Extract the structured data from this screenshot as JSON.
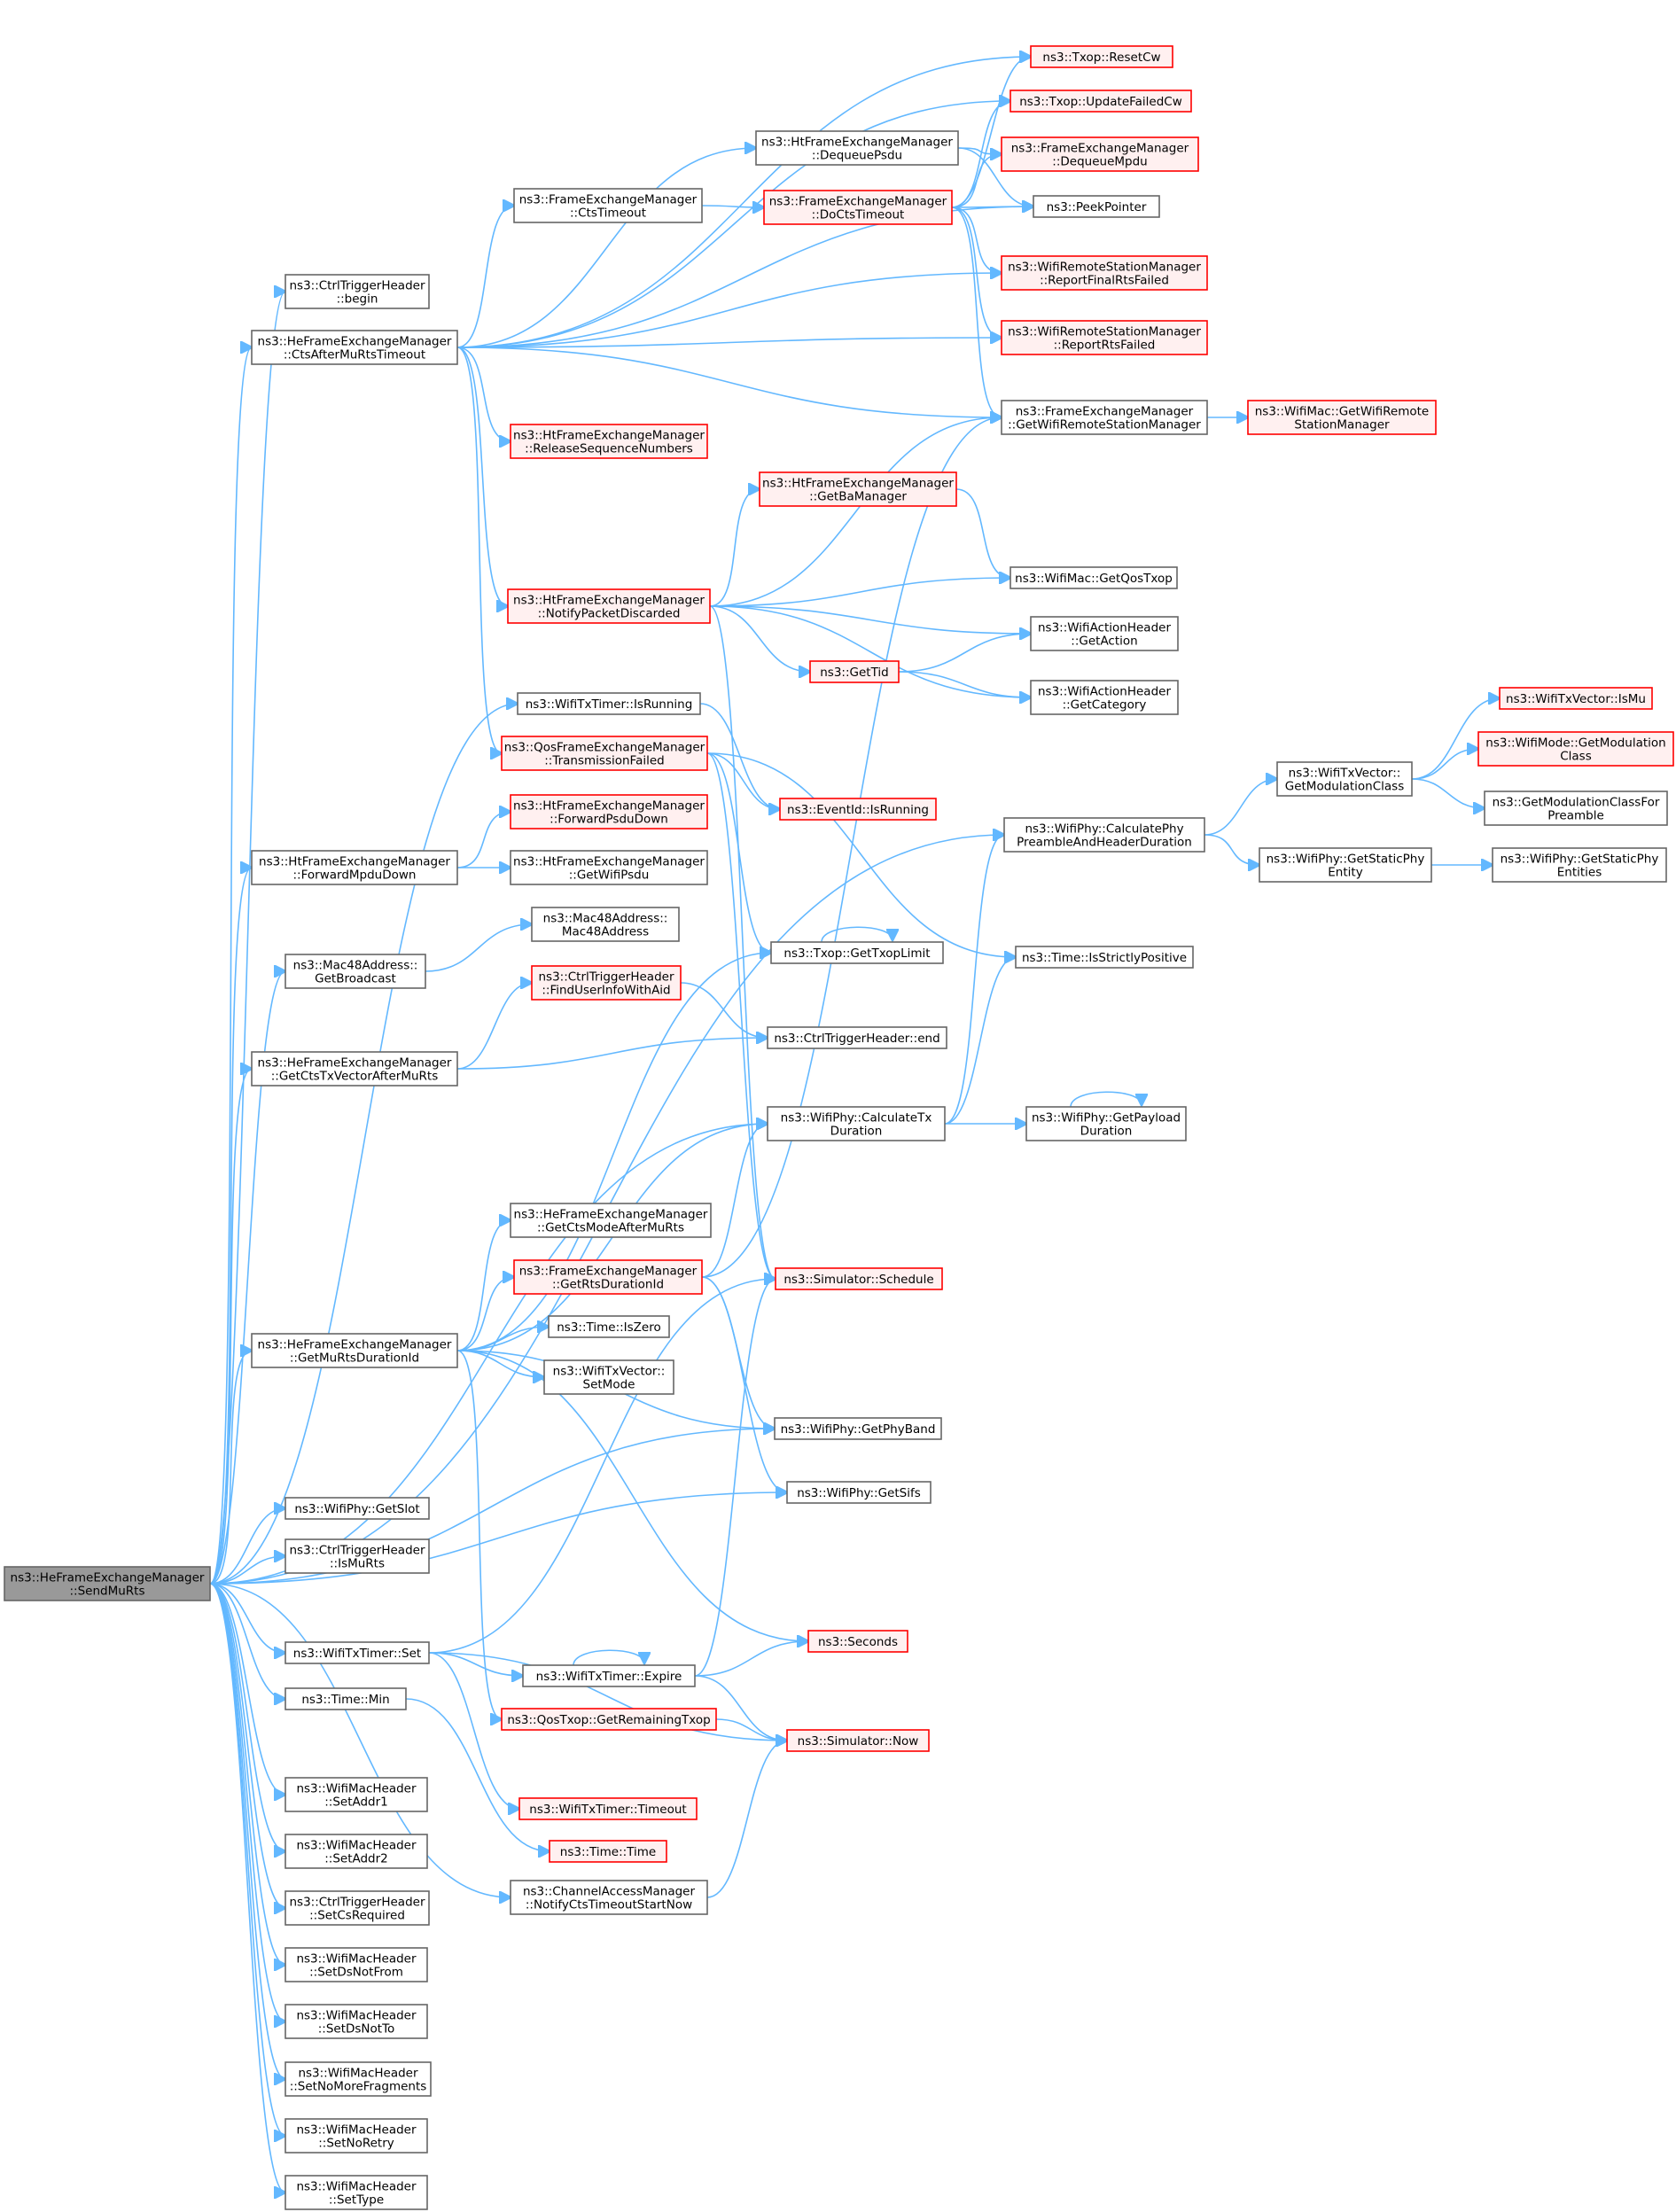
{
  "nodes": [
    {
      "id": "root",
      "lines": [
        "ns3::HeFrameExchangeManager",
        "::SendMuRts"
      ],
      "style": "root"
    },
    {
      "id": "ctrl_begin",
      "lines": [
        "ns3::CtrlTriggerHeader",
        "::begin"
      ],
      "style": "normal"
    },
    {
      "id": "cts_after",
      "lines": [
        "ns3::HeFrameExchangeManager",
        "::CtsAfterMuRtsTimeout"
      ],
      "style": "normal"
    },
    {
      "id": "fem_ctstimeout",
      "lines": [
        "ns3::FrameExchangeManager",
        "::CtsTimeout"
      ],
      "style": "normal"
    },
    {
      "id": "ht_dequeuepsdu",
      "lines": [
        "ns3::HtFrameExchangeManager",
        "::DequeuePsdu"
      ],
      "style": "normal"
    },
    {
      "id": "fem_docts",
      "lines": [
        "ns3::FrameExchangeManager",
        "::DoCtsTimeout"
      ],
      "style": "red"
    },
    {
      "id": "txop_resetcw",
      "lines": [
        "ns3::Txop::ResetCw"
      ],
      "style": "red"
    },
    {
      "id": "txop_updatefailedcw",
      "lines": [
        "ns3::Txop::UpdateFailedCw"
      ],
      "style": "red"
    },
    {
      "id": "fem_dequeuempdu",
      "lines": [
        "ns3::FrameExchangeManager",
        "::DequeueMpdu"
      ],
      "style": "red"
    },
    {
      "id": "peekpointer",
      "lines": [
        "ns3::PeekPointer"
      ],
      "style": "normal"
    },
    {
      "id": "wrsm_reportfinal",
      "lines": [
        "ns3::WifiRemoteStationManager",
        "::ReportFinalRtsFailed"
      ],
      "style": "red"
    },
    {
      "id": "wrsm_reportrts",
      "lines": [
        "ns3::WifiRemoteStationManager",
        "::ReportRtsFailed"
      ],
      "style": "red"
    },
    {
      "id": "fem_getwrsm",
      "lines": [
        "ns3::FrameExchangeManager",
        "::GetWifiRemoteStationManager"
      ],
      "style": "normal"
    },
    {
      "id": "mac_getwrsm",
      "lines": [
        "ns3::WifiMac::GetWifiRemote",
        "StationManager"
      ],
      "style": "red"
    },
    {
      "id": "ht_releaseseq",
      "lines": [
        "ns3::HtFrameExchangeManager",
        "::ReleaseSequenceNumbers"
      ],
      "style": "red"
    },
    {
      "id": "ht_getba",
      "lines": [
        "ns3::HtFrameExchangeManager",
        "::GetBaManager"
      ],
      "style": "red"
    },
    {
      "id": "mac_getqostxop",
      "lines": [
        "ns3::WifiMac::GetQosTxop"
      ],
      "style": "normal"
    },
    {
      "id": "ht_notifydiscard",
      "lines": [
        "ns3::HtFrameExchangeManager",
        "::NotifyPacketDiscarded"
      ],
      "style": "red"
    },
    {
      "id": "wah_getaction",
      "lines": [
        "ns3::WifiActionHeader",
        "::GetAction"
      ],
      "style": "normal"
    },
    {
      "id": "gettid",
      "lines": [
        "ns3::GetTid"
      ],
      "style": "red"
    },
    {
      "id": "wah_getcategory",
      "lines": [
        "ns3::WifiActionHeader",
        "::GetCategory"
      ],
      "style": "normal"
    },
    {
      "id": "txtimer_isrunning",
      "lines": [
        "ns3::WifiTxTimer::IsRunning"
      ],
      "style": "normal"
    },
    {
      "id": "qos_txfailed",
      "lines": [
        "ns3::QosFrameExchangeManager",
        "::TransmissionFailed"
      ],
      "style": "red"
    },
    {
      "id": "eventid_isrunning",
      "lines": [
        "ns3::EventId::IsRunning"
      ],
      "style": "red"
    },
    {
      "id": "ht_forwardpsdudown",
      "lines": [
        "ns3::HtFrameExchangeManager",
        "::ForwardPsduDown"
      ],
      "style": "red"
    },
    {
      "id": "ht_forwardmpdudown",
      "lines": [
        "ns3::HtFrameExchangeManager",
        "::ForwardMpduDown"
      ],
      "style": "normal"
    },
    {
      "id": "ht_getwifipsdu",
      "lines": [
        "ns3::HtFrameExchangeManager",
        "::GetWifiPsdu"
      ],
      "style": "normal"
    },
    {
      "id": "mac48_ctor",
      "lines": [
        "ns3::Mac48Address::",
        "Mac48Address"
      ],
      "style": "normal"
    },
    {
      "id": "mac48_getbroadcast",
      "lines": [
        "ns3::Mac48Address::",
        "GetBroadcast"
      ],
      "style": "normal"
    },
    {
      "id": "ctrl_finduser",
      "lines": [
        "ns3::CtrlTriggerHeader",
        "::FindUserInfoWithAid"
      ],
      "style": "red"
    },
    {
      "id": "txop_gettxoplimit",
      "lines": [
        "ns3::Txop::GetTxopLimit"
      ],
      "style": "normal"
    },
    {
      "id": "ctrl_end",
      "lines": [
        "ns3::CtrlTriggerHeader::end"
      ],
      "style": "normal"
    },
    {
      "id": "he_getctstxvector",
      "lines": [
        "ns3::HeFrameExchangeManager",
        "::GetCtsTxVectorAfterMuRts"
      ],
      "style": "normal"
    },
    {
      "id": "phy_calcpreamble",
      "lines": [
        "ns3::WifiPhy::CalculatePhy",
        "PreambleAndHeaderDuration"
      ],
      "style": "normal"
    },
    {
      "id": "txvec_getmodclass",
      "lines": [
        "ns3::WifiTxVector::",
        "GetModulationClass"
      ],
      "style": "normal"
    },
    {
      "id": "txvec_ismu",
      "lines": [
        "ns3::WifiTxVector::IsMu"
      ],
      "style": "red"
    },
    {
      "id": "mode_getmodclass",
      "lines": [
        "ns3::WifiMode::GetModulation",
        "Class"
      ],
      "style": "red"
    },
    {
      "id": "getmodclassfor",
      "lines": [
        "ns3::GetModulationClassFor",
        "Preamble"
      ],
      "style": "normal"
    },
    {
      "id": "phy_getstaticentity",
      "lines": [
        "ns3::WifiPhy::GetStaticPhy",
        "Entity"
      ],
      "style": "normal"
    },
    {
      "id": "phy_getstaticentities",
      "lines": [
        "ns3::WifiPhy::GetStaticPhy",
        "Entities"
      ],
      "style": "normal"
    },
    {
      "id": "time_isstrictlypos",
      "lines": [
        "ns3::Time::IsStrictlyPositive"
      ],
      "style": "normal"
    },
    {
      "id": "phy_calctx",
      "lines": [
        "ns3::WifiPhy::CalculateTx",
        "Duration"
      ],
      "style": "normal"
    },
    {
      "id": "phy_getpayload",
      "lines": [
        "ns3::WifiPhy::GetPayload",
        "Duration"
      ],
      "style": "normal"
    },
    {
      "id": "he_getctsmode",
      "lines": [
        "ns3::HeFrameExchangeManager",
        "::GetCtsModeAfterMuRts"
      ],
      "style": "normal"
    },
    {
      "id": "fem_getrtsdur",
      "lines": [
        "ns3::FrameExchangeManager",
        "::GetRtsDurationId"
      ],
      "style": "red"
    },
    {
      "id": "sim_schedule",
      "lines": [
        "ns3::Simulator::Schedule"
      ],
      "style": "red"
    },
    {
      "id": "he_getmurtsdur",
      "lines": [
        "ns3::HeFrameExchangeManager",
        "::GetMuRtsDurationId"
      ],
      "style": "normal"
    },
    {
      "id": "time_iszero",
      "lines": [
        "ns3::Time::IsZero"
      ],
      "style": "normal"
    },
    {
      "id": "txvec_setmode",
      "lines": [
        "ns3::WifiTxVector::",
        "SetMode"
      ],
      "style": "normal"
    },
    {
      "id": "phy_getphyband",
      "lines": [
        "ns3::WifiPhy::GetPhyBand"
      ],
      "style": "normal"
    },
    {
      "id": "phy_getsifs",
      "lines": [
        "ns3::WifiPhy::GetSifs"
      ],
      "style": "normal"
    },
    {
      "id": "phy_getslot",
      "lines": [
        "ns3::WifiPhy::GetSlot"
      ],
      "style": "normal"
    },
    {
      "id": "ctrl_ismurts",
      "lines": [
        "ns3::CtrlTriggerHeader",
        "::IsMuRts"
      ],
      "style": "normal"
    },
    {
      "id": "seconds",
      "lines": [
        "ns3::Seconds"
      ],
      "style": "red"
    },
    {
      "id": "txtimer_set",
      "lines": [
        "ns3::WifiTxTimer::Set"
      ],
      "style": "normal"
    },
    {
      "id": "txtimer_expire",
      "lines": [
        "ns3::WifiTxTimer::Expire"
      ],
      "style": "normal"
    },
    {
      "id": "time_min",
      "lines": [
        "ns3::Time::Min"
      ],
      "style": "normal"
    },
    {
      "id": "qostxop_remaining",
      "lines": [
        "ns3::QosTxop::GetRemainingTxop"
      ],
      "style": "red"
    },
    {
      "id": "sim_now",
      "lines": [
        "ns3::Simulator::Now"
      ],
      "style": "red"
    },
    {
      "id": "txtimer_timeout",
      "lines": [
        "ns3::WifiTxTimer::Timeout"
      ],
      "style": "red"
    },
    {
      "id": "wmh_setaddr1",
      "lines": [
        "ns3::WifiMacHeader",
        "::SetAddr1"
      ],
      "style": "normal"
    },
    {
      "id": "time_time",
      "lines": [
        "ns3::Time::Time"
      ],
      "style": "red"
    },
    {
      "id": "wmh_setaddr2",
      "lines": [
        "ns3::WifiMacHeader",
        "::SetAddr2"
      ],
      "style": "normal"
    },
    {
      "id": "ctrl_setcsreq",
      "lines": [
        "ns3::CtrlTriggerHeader",
        "::SetCsRequired"
      ],
      "style": "normal"
    },
    {
      "id": "cam_notifycts",
      "lines": [
        "ns3::ChannelAccessManager",
        "::NotifyCtsTimeoutStartNow"
      ],
      "style": "normal"
    },
    {
      "id": "wmh_setdsnotfrom",
      "lines": [
        "ns3::WifiMacHeader",
        "::SetDsNotFrom"
      ],
      "style": "normal"
    },
    {
      "id": "wmh_setdsnotto",
      "lines": [
        "ns3::WifiMacHeader",
        "::SetDsNotTo"
      ],
      "style": "normal"
    },
    {
      "id": "wmh_setnomorefrag",
      "lines": [
        "ns3::WifiMacHeader",
        "::SetNoMoreFragments"
      ],
      "style": "normal"
    },
    {
      "id": "wmh_setnoretry",
      "lines": [
        "ns3::WifiMacHeader",
        "::SetNoRetry"
      ],
      "style": "normal"
    },
    {
      "id": "wmh_settype",
      "lines": [
        "ns3::WifiMacHeader",
        "::SetType"
      ],
      "style": "normal"
    }
  ],
  "edges": [
    [
      "root",
      "ctrl_begin"
    ],
    [
      "root",
      "cts_after"
    ],
    [
      "root",
      "ht_forwardmpdudown"
    ],
    [
      "root",
      "mac48_getbroadcast"
    ],
    [
      "root",
      "he_getctstxvector"
    ],
    [
      "root",
      "he_getmurtsdur"
    ],
    [
      "root",
      "phy_calctx"
    ],
    [
      "root",
      "phy_getphyband"
    ],
    [
      "root",
      "phy_getsifs"
    ],
    [
      "root",
      "phy_getslot"
    ],
    [
      "root",
      "ctrl_ismurts"
    ],
    [
      "root",
      "txtimer_set"
    ],
    [
      "root",
      "time_min"
    ],
    [
      "root",
      "wmh_setaddr1"
    ],
    [
      "root",
      "wmh_setaddr2"
    ],
    [
      "root",
      "ctrl_setcsreq"
    ],
    [
      "root",
      "wmh_setdsnotfrom"
    ],
    [
      "root",
      "wmh_setdsnotto"
    ],
    [
      "root",
      "wmh_setnomorefrag"
    ],
    [
      "root",
      "wmh_setnoretry"
    ],
    [
      "root",
      "wmh_settype"
    ],
    [
      "root",
      "txtimer_isrunning"
    ],
    [
      "root",
      "cam_notifycts"
    ],
    [
      "root",
      "phy_calcpreamble"
    ],
    [
      "cts_after",
      "fem_ctstimeout"
    ],
    [
      "cts_after",
      "ht_dequeuepsdu"
    ],
    [
      "cts_after",
      "txop_resetcw"
    ],
    [
      "cts_after",
      "txop_updatefailedcw"
    ],
    [
      "cts_after",
      "peekpointer"
    ],
    [
      "cts_after",
      "wrsm_reportfinal"
    ],
    [
      "cts_after",
      "wrsm_reportrts"
    ],
    [
      "cts_after",
      "fem_getwrsm"
    ],
    [
      "cts_after",
      "ht_releaseseq"
    ],
    [
      "cts_after",
      "ht_notifydiscard"
    ],
    [
      "cts_after",
      "qos_txfailed"
    ],
    [
      "fem_ctstimeout",
      "fem_docts"
    ],
    [
      "ht_dequeuepsdu",
      "fem_dequeuempdu"
    ],
    [
      "ht_dequeuepsdu",
      "peekpointer"
    ],
    [
      "fem_docts",
      "txop_resetcw"
    ],
    [
      "fem_docts",
      "txop_updatefailedcw"
    ],
    [
      "fem_docts",
      "fem_dequeuempdu"
    ],
    [
      "fem_docts",
      "peekpointer"
    ],
    [
      "fem_docts",
      "wrsm_reportfinal"
    ],
    [
      "fem_docts",
      "wrsm_reportrts"
    ],
    [
      "fem_docts",
      "fem_getwrsm"
    ],
    [
      "fem_getwrsm",
      "mac_getwrsm"
    ],
    [
      "ht_notifydiscard",
      "fem_getwrsm"
    ],
    [
      "ht_notifydiscard",
      "ht_getba"
    ],
    [
      "ht_notifydiscard",
      "mac_getqostxop"
    ],
    [
      "ht_notifydiscard",
      "wah_getaction"
    ],
    [
      "ht_notifydiscard",
      "gettid"
    ],
    [
      "ht_notifydiscard",
      "wah_getcategory"
    ],
    [
      "ht_notifydiscard",
      "sim_schedule"
    ],
    [
      "ht_getba",
      "mac_getqostxop"
    ],
    [
      "gettid",
      "wah_getaction"
    ],
    [
      "gettid",
      "wah_getcategory"
    ],
    [
      "txtimer_isrunning",
      "eventid_isrunning"
    ],
    [
      "qos_txfailed",
      "eventid_isrunning"
    ],
    [
      "qos_txfailed",
      "txop_gettxoplimit"
    ],
    [
      "qos_txfailed",
      "time_isstrictlypos"
    ],
    [
      "qos_txfailed",
      "sim_schedule"
    ],
    [
      "ht_forwardmpdudown",
      "ht_forwardpsdudown"
    ],
    [
      "ht_forwardmpdudown",
      "ht_getwifipsdu"
    ],
    [
      "mac48_getbroadcast",
      "mac48_ctor"
    ],
    [
      "he_getctstxvector",
      "ctrl_finduser"
    ],
    [
      "he_getctstxvector",
      "ctrl_end"
    ],
    [
      "ctrl_finduser",
      "ctrl_end"
    ],
    [
      "txop_gettxoplimit",
      "txop_gettxoplimit"
    ],
    [
      "phy_calcpreamble",
      "txvec_getmodclass"
    ],
    [
      "phy_calcpreamble",
      "phy_getstaticentity"
    ],
    [
      "txvec_getmodclass",
      "txvec_ismu"
    ],
    [
      "txvec_getmodclass",
      "mode_getmodclass"
    ],
    [
      "txvec_getmodclass",
      "getmodclassfor"
    ],
    [
      "phy_getstaticentity",
      "phy_getstaticentities"
    ],
    [
      "phy_calctx",
      "phy_calcpreamble"
    ],
    [
      "phy_calctx",
      "time_isstrictlypos"
    ],
    [
      "phy_calctx",
      "phy_getpayload"
    ],
    [
      "phy_getpayload",
      "phy_getpayload"
    ],
    [
      "he_getmurtsdur",
      "he_getctsmode"
    ],
    [
      "he_getmurtsdur",
      "fem_getrtsdur"
    ],
    [
      "he_getmurtsdur",
      "time_iszero"
    ],
    [
      "he_getmurtsdur",
      "txvec_setmode"
    ],
    [
      "he_getmurtsdur",
      "phy_getphyband"
    ],
    [
      "he_getmurtsdur",
      "phy_calctx"
    ],
    [
      "he_getmurtsdur",
      "txop_gettxoplimit"
    ],
    [
      "he_getmurtsdur",
      "seconds"
    ],
    [
      "he_getmurtsdur",
      "qostxop_remaining"
    ],
    [
      "fem_getrtsdur",
      "phy_calctx"
    ],
    [
      "fem_getrtsdur",
      "phy_getphyband"
    ],
    [
      "fem_getrtsdur",
      "phy_getsifs"
    ],
    [
      "fem_getrtsdur",
      "fem_getwrsm"
    ],
    [
      "txtimer_set",
      "sim_schedule"
    ],
    [
      "txtimer_set",
      "txtimer_expire"
    ],
    [
      "txtimer_set",
      "sim_now"
    ],
    [
      "txtimer_set",
      "txtimer_timeout"
    ],
    [
      "txtimer_expire",
      "txtimer_expire"
    ],
    [
      "txtimer_expire",
      "sim_schedule"
    ],
    [
      "txtimer_expire",
      "sim_now"
    ],
    [
      "txtimer_expire",
      "seconds"
    ],
    [
      "qostxop_remaining",
      "sim_now"
    ],
    [
      "time_min",
      "time_time"
    ],
    [
      "cam_notifycts",
      "sim_now"
    ]
  ]
}
